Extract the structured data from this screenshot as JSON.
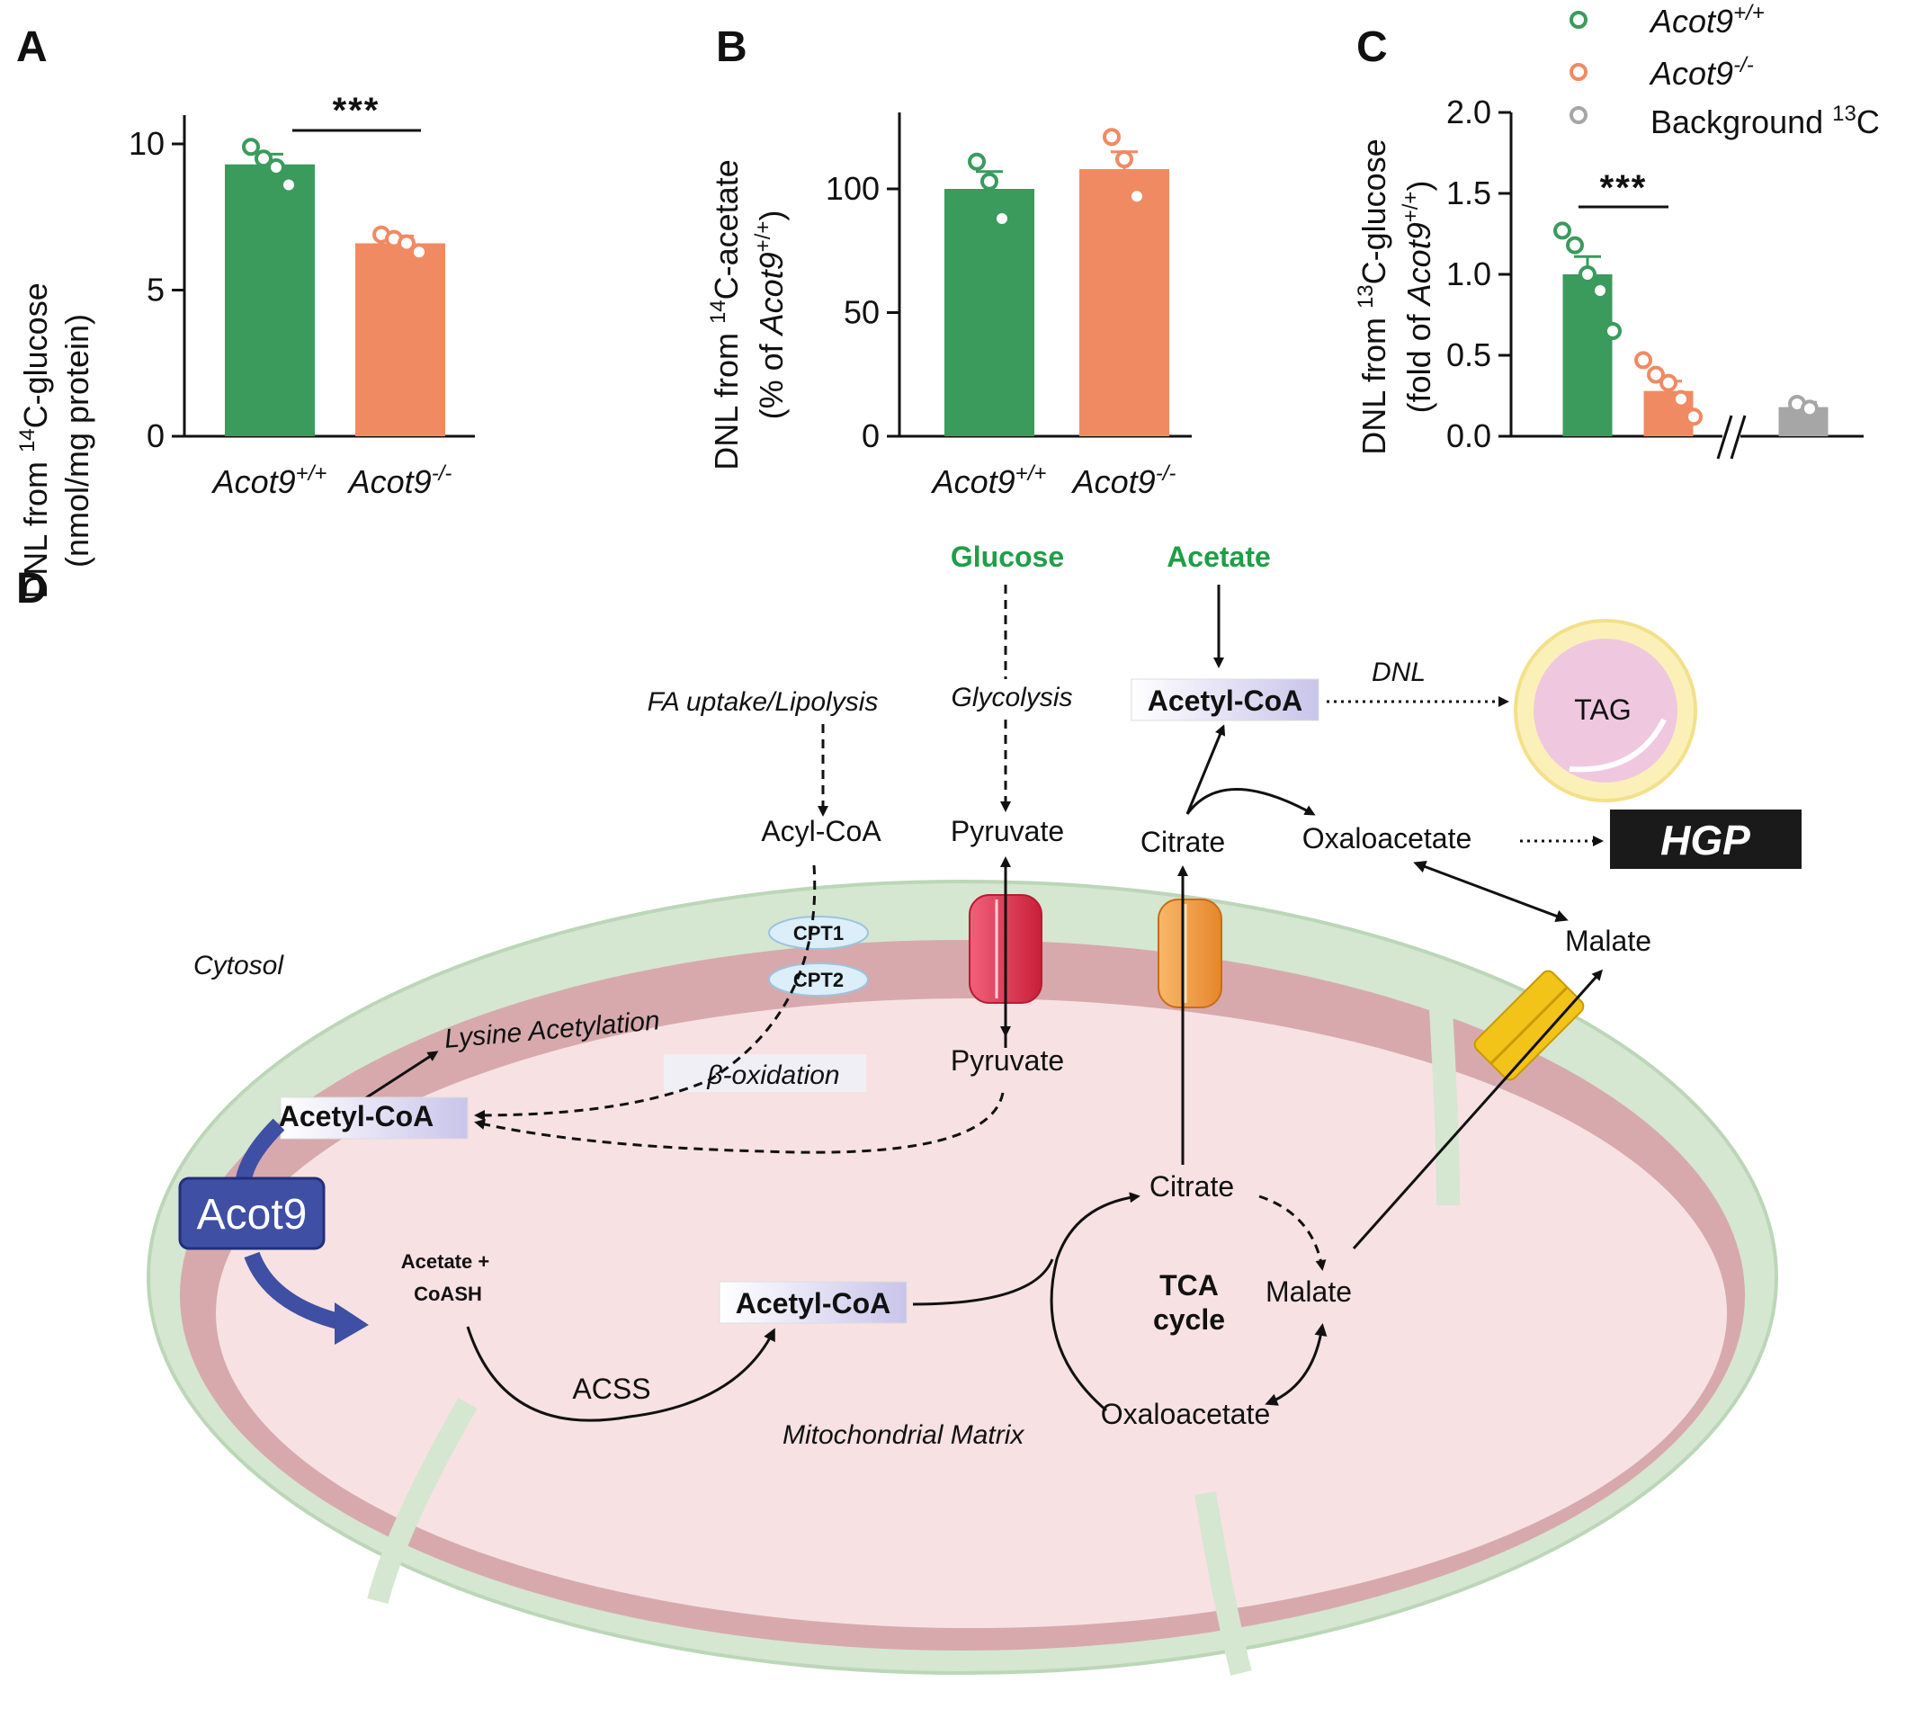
{
  "panels": {
    "a": "A",
    "b": "B",
    "c": "C",
    "d": "D"
  },
  "colors": {
    "wt": "#3a9b5c",
    "ko": "#f08a63",
    "bg": "#a6a6a6",
    "acot9": "#3f4fa3",
    "hgp": "#1a1a1a"
  },
  "chart_data": [
    {
      "type": "bar",
      "panel": "A",
      "categories": [
        "Acot9+/+",
        "Acot9-/-"
      ],
      "values": [
        9.3,
        6.6
      ],
      "errors": [
        0.35,
        0.25
      ],
      "points": [
        [
          9.9,
          9.5,
          9.2,
          8.6
        ],
        [
          6.9,
          6.75,
          6.6,
          6.3
        ]
      ],
      "ylabel": "DNL from 14C-glucose (nmol/mg protein)",
      "ylim": [
        0,
        10.5
      ],
      "yticks": [
        0,
        5,
        10
      ],
      "significance": "***"
    },
    {
      "type": "bar",
      "panel": "B",
      "categories": [
        "Acot9+/+",
        "Acot9-/-"
      ],
      "values": [
        100,
        108
      ],
      "errors": [
        7,
        7
      ],
      "points": [
        [
          111,
          103,
          88
        ],
        [
          121,
          112,
          97
        ]
      ],
      "ylabel": "DNL from 14C-acetate (% of Acot9+/+)",
      "ylim": [
        0,
        130
      ],
      "yticks": [
        0,
        50,
        100
      ]
    },
    {
      "type": "bar",
      "panel": "C",
      "categories": [
        "Acot9+/+",
        "Acot9-/-",
        "Background 13C"
      ],
      "values": [
        1.0,
        0.28,
        0.18
      ],
      "errors": [
        0.11,
        0.06,
        0.03
      ],
      "points": [
        [
          1.27,
          1.18,
          1.0,
          0.9,
          0.65
        ],
        [
          0.47,
          0.38,
          0.33,
          0.23,
          0.12
        ],
        [
          0.2,
          0.17
        ]
      ],
      "ylabel": "DNL from 13C-glucose (fold of Acot9+/+)",
      "ylim": [
        0,
        2.0
      ],
      "yticks": [
        "0.0",
        "0.5",
        "1.0",
        "1.5",
        "2.0"
      ],
      "significance": "***",
      "legend": [
        "Acot9+/+",
        "Acot9-/-",
        "Background 13C"
      ]
    }
  ],
  "axes": {
    "a_y1": "DNL from ",
    "a_y2": "(nmol/mg protein)",
    "b_y2": "(% of ",
    "c_y2": "(fold of ",
    "glucose_frag": "C-glucose",
    "acetate_frag": "C-acetate",
    "acot9": "Acot9",
    "sup14": "14",
    "sup13": "13",
    "wt_sup": "+/+",
    "ko_sup": "-/-",
    "paren_close": ")"
  },
  "labels": {
    "a_ticks": [
      "0",
      "5",
      "10"
    ],
    "b_ticks": [
      "0",
      "50",
      "100"
    ],
    "c_ticks": [
      "0.0",
      "0.5",
      "1.0",
      "1.5",
      "2.0"
    ],
    "sig": "***",
    "legend_bg": "Background "
  },
  "diagram": {
    "glucose": "Glucose",
    "acetate": "Acetate",
    "fa_uptake": "FA uptake/Lipolysis",
    "glycolysis": "Glycolysis",
    "acetyl_coa": "Acetyl-CoA",
    "dnl": "DNL",
    "tag": "TAG",
    "acyl_coa": "Acyl-CoA",
    "pyruvate": "Pyruvate",
    "citrate": "Citrate",
    "oxaloacetate": "Oxaloacetate",
    "hgp": "HGP",
    "malate": "Malate",
    "cpt1": "CPT1",
    "cpt2": "CPT2",
    "cytosol": "Cytosol",
    "lysine": "Lysine Acetylation",
    "beta_ox": "β-oxidation",
    "acot9": "Acot9",
    "acetate_coash_1": "Acetate +",
    "acetate_coash_2": "CoASH",
    "acss": "ACSS",
    "tca_1": "TCA",
    "tca_2": "cycle",
    "matrix": "Mitochondrial Matrix"
  }
}
